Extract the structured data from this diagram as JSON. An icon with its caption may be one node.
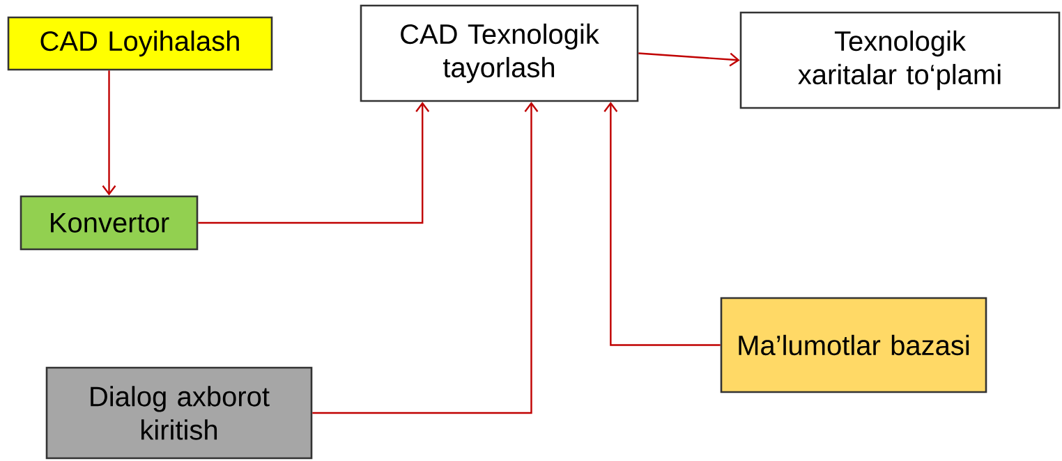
{
  "diagram": {
    "nodes": [
      {
        "text": [
          "CAD Loyihalash"
        ]
      },
      {
        "text": [
          "CAD Texnologik tayorlash"
        ]
      },
      {
        "text": [
          "Texnologik xaritalar to‘plami"
        ]
      },
      {
        "text": [
          "Konvertor"
        ]
      },
      {
        "text": [
          "Ma’lumotlar bazasi"
        ]
      },
      {
        "text": [
          "Dialog axborot kiritish"
        ]
      }
    ],
    "edges": [
      {
        "from": 0,
        "to": 3,
        "arrow": "to"
      },
      {
        "from": 3,
        "to": 1,
        "arrow": "to"
      },
      {
        "from": 5,
        "to": 1,
        "arrow": "to"
      },
      {
        "from": 4,
        "to": 1,
        "arrow": "to"
      },
      {
        "from": 1,
        "to": 2,
        "arrow": "to"
      }
    ]
  }
}
